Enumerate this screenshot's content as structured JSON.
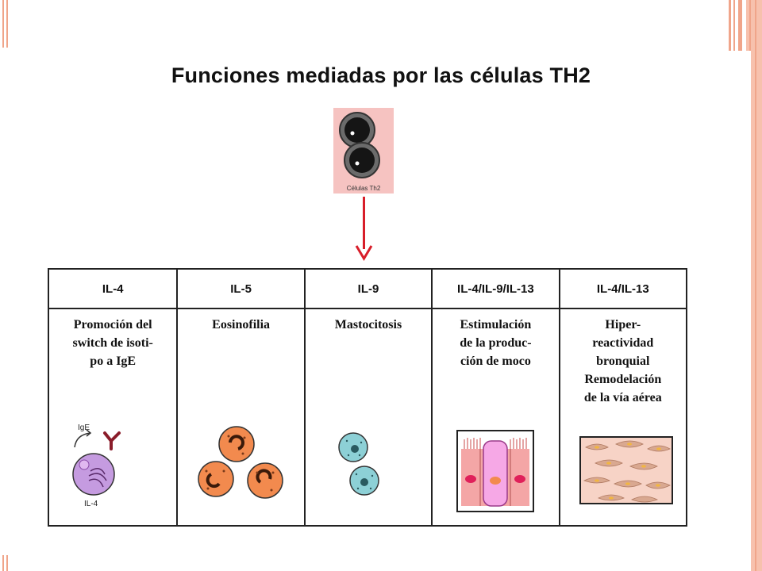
{
  "title": "Funciones mediadas por las células TH2",
  "th2_cell_label": "Células Th2",
  "columns": [
    {
      "header": "IL-4",
      "description": "Promoción del\nswitch de isoti-\npo a IgE",
      "labels": {
        "ige": "IgE",
        "il4": "IL-4"
      }
    },
    {
      "header": "IL-5",
      "description": "Eosinofilia"
    },
    {
      "header": "IL-9",
      "description": "Mastocitosis"
    },
    {
      "header": "IL-4/IL-9/IL-13",
      "description": "Estimulación\nde la produc-\nción de moco"
    },
    {
      "header": "IL-4/IL-13",
      "description": "Hiper-\nreactividad\nbronquial\nRemodelación\nde la vía aérea"
    }
  ],
  "colors": {
    "slide_border": "#f0a58a",
    "th2_box": "#f6c3c1",
    "arrow": "#d81e2a",
    "b_cell": "#c59be0",
    "antibody": "#8a1c2a",
    "eosinophil": "#f28a4e",
    "mast_cell": "#8dd0d6",
    "mucosa": "#f4a6a6",
    "goblet_cell": "#f6a8e6",
    "airway_tissue": "#f7d3c6"
  }
}
